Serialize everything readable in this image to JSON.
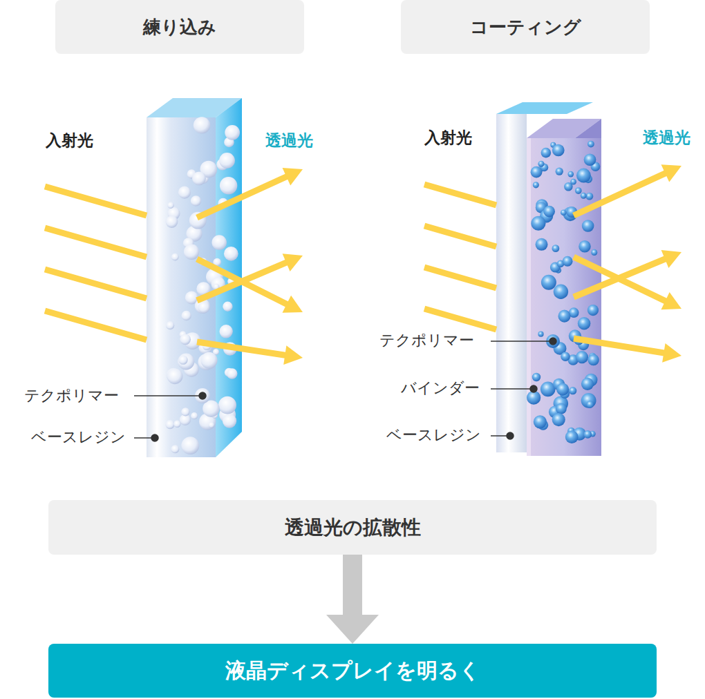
{
  "diagram": {
    "nodes": [
      {
        "text": [
          "練り込み"
        ]
      },
      {
        "text": [
          "コーティング"
        ]
      },
      {
        "text": [
          "透過光の拡散性"
        ]
      },
      {
        "text": [
          "液晶ディスプレイを明るく"
        ]
      }
    ],
    "edges": [
      {
        "from": 2,
        "to": 3,
        "arrow": "to"
      }
    ],
    "labels": [
      "入射光",
      "透過光",
      "テクポリマー",
      "ベースレジン",
      "入射光",
      "透過光",
      "テクポリマー",
      "バインダー",
      "ベースレジン"
    ]
  }
}
